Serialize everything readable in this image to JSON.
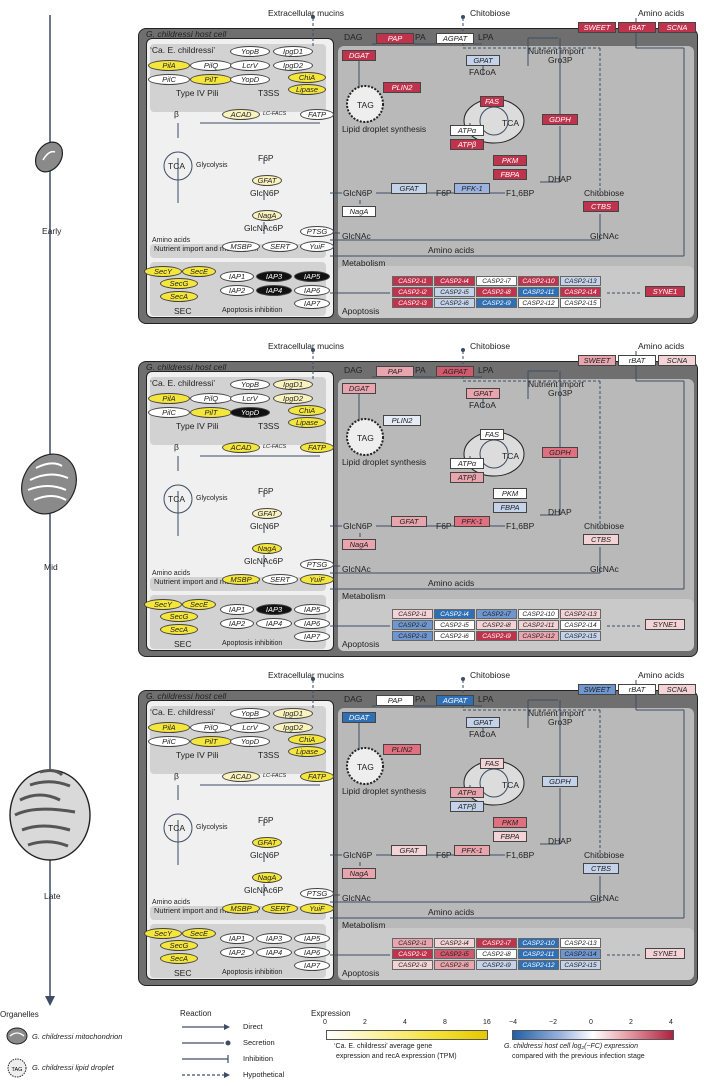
{
  "top_labels": {
    "mucins": "Extracellular mucins",
    "chitobiose": "Chitobiose",
    "amino_acids": "Amino acids"
  },
  "panel_texts": {
    "host_cell": "G. childressi host cell",
    "endo": "‘Ca. E. childressi’",
    "pili": "Type IV Pili",
    "t3ss": "T3SS",
    "nutrient": "Nutrient import and metabolism",
    "sec": "SEC",
    "apop_inh": "Apoptosis inhibition",
    "metabolism": "Metabolism",
    "apoptosis": "Apoptosis",
    "lipid": "Lipid droplet synthesis",
    "nutrient_import": "Nutrient import",
    "tca": "TCA",
    "tag": "TAG",
    "beta": "β",
    "glycolysis": "Glycolysis",
    "f6p": "F6P",
    "glcn6p": "GlcN6P",
    "glcnac6p": "GlcNAc6P",
    "amino_acids": "Amino acids",
    "dag": "DAG",
    "pa": "PA",
    "lpa": "LPA",
    "facoa": "FACoA",
    "gro3p": "Gro3P",
    "dhap": "DHAP",
    "f16bp": "F1,6BP",
    "chitobiose": "Chitobiose",
    "glcnac": "GlcNAc",
    "lcfacs": "LC-FACS"
  },
  "stages": [
    {
      "name": "Early",
      "endo": {
        "YopB": "w",
        "IpgD1": "w",
        "PilA": "y",
        "PilQ": "w",
        "LcrV": "w",
        "IpgD2": "w",
        "PilC": "w",
        "PilT": "y",
        "YopD": "w",
        "ChiA": "y",
        "Lipase": "y",
        "ACAD": "l",
        "FATP": "w",
        "GFAT": "l",
        "NagA": "l",
        "PTSG": "w",
        "MSBP": "w",
        "SERT": "w",
        "YuiF": "w",
        "SecY": "y",
        "SecE": "y",
        "SecG": "y",
        "SecA": "y",
        "IAP1": "w",
        "IAP3": "k",
        "IAP5": "k",
        "IAP2": "w",
        "IAP4": "k",
        "IAP6": "w",
        "IAP7": "w"
      },
      "host": {
        "SWEET": "#c0334d",
        "rBAT": "#c0334d",
        "SCNA": "#c0334d",
        "PAP": "#c0334d",
        "AGPAT": "#ffffff",
        "DGAT": "#c0334d",
        "GPAT": "#c5d3ea",
        "PLIN2": "#c0334d",
        "FAS": "#c0334d",
        "ATPa": "#ffffff",
        "ATPb": "#c0334d",
        "GDPH": "#c0334d",
        "PKM": "#c0334d",
        "FBPA": "#c0334d",
        "GFAT": "#c5d3ea",
        "PFK1": "#9cb3df",
        "NagA": "#ffffff",
        "CTBS": "#c0334d",
        "SYNE1": "#c0334d"
      },
      "casp": [
        [
          "#c0334d",
          "#c0334d",
          "#ffffff",
          "#c0334d",
          "#c5d3ea"
        ],
        [
          "#c0334d",
          "#c5d3ea",
          "#c0334d",
          "#2f6fb5",
          "#c0334d"
        ],
        [
          "#c0334d",
          "#c5d3ea",
          "#2f6fb5",
          "#ffffff",
          "#ffffff"
        ]
      ]
    },
    {
      "name": "Mid",
      "endo": {
        "YopB": "w",
        "IpgD1": "l",
        "PilA": "y",
        "PilQ": "w",
        "LcrV": "w",
        "IpgD2": "l",
        "PilC": "w",
        "PilT": "y",
        "YopD": "k",
        "ChiA": "y",
        "Lipase": "y",
        "ACAD": "y",
        "FATP": "y",
        "GFAT": "l",
        "NagA": "y",
        "PTSG": "w",
        "MSBP": "y",
        "SERT": "w",
        "YuiF": "y",
        "SecY": "y",
        "SecE": "y",
        "SecG": "y",
        "SecA": "y",
        "IAP1": "w",
        "IAP3": "k",
        "IAP5": "w",
        "IAP2": "w",
        "IAP4": "w",
        "IAP6": "w",
        "IAP7": "w"
      },
      "host": {
        "SWEET": "#e8a5ad",
        "rBAT": "#ffffff",
        "SCNA": "#f3d3d6",
        "PAP": "#e8a5ad",
        "AGPAT": "#d05a6e",
        "DGAT": "#e8a5ad",
        "GPAT": "#e8a5ad",
        "PLIN2": "#e6ecf6",
        "FAS": "#ffffff",
        "ATPa": "#ffffff",
        "ATPb": "#e8a5ad",
        "GDPH": "#e0707f",
        "PKM": "#ffffff",
        "FBPA": "#c5d3ea",
        "GFAT": "#e8a5ad",
        "PFK1": "#e0707f",
        "NagA": "#e8a5ad",
        "CTBS": "#f3d3d6",
        "SYNE1": "#f3d3d6"
      },
      "casp": [
        [
          "#f3d3d6",
          "#2f6fb5",
          "#6f96cf",
          "#ffffff",
          "#f3d3d6"
        ],
        [
          "#6f96cf",
          "#ffffff",
          "#f3d3d6",
          "#f3d3d6",
          "#ffffff"
        ],
        [
          "#6f96cf",
          "#ffffff",
          "#c0334d",
          "#e8a5ad",
          "#c5d3ea"
        ]
      ]
    },
    {
      "name": "Late",
      "endo": {
        "YopB": "w",
        "IpgD1": "l",
        "PilA": "y",
        "PilQ": "w",
        "LcrV": "w",
        "IpgD2": "l",
        "PilC": "w",
        "PilT": "y",
        "YopD": "w",
        "ChiA": "y",
        "Lipase": "y",
        "ACAD": "l",
        "FATP": "y",
        "GFAT": "y",
        "NagA": "y",
        "PTSG": "w",
        "MSBP": "y",
        "SERT": "y",
        "YuiF": "y",
        "SecY": "y",
        "SecE": "y",
        "SecG": "y",
        "SecA": "y",
        "IAP1": "w",
        "IAP3": "w",
        "IAP5": "w",
        "IAP2": "w",
        "IAP4": "w",
        "IAP6": "w",
        "IAP7": "w"
      },
      "host": {
        "SWEET": "#6f96cf",
        "rBAT": "#ffffff",
        "SCNA": "#f3d3d6",
        "PAP": "#ffffff",
        "AGPAT": "#2f6fb5",
        "DGAT": "#2f6fb5",
        "GPAT": "#c5d3ea",
        "PLIN2": "#e0707f",
        "FAS": "#f3d3d6",
        "ATPa": "#e8a5ad",
        "ATPb": "#c5d3ea",
        "GDPH": "#c5d3ea",
        "PKM": "#e0707f",
        "FBPA": "#f3d3d6",
        "GFAT": "#f3d3d6",
        "PFK1": "#e8a5ad",
        "NagA": "#e8a5ad",
        "CTBS": "#c5d3ea",
        "SYNE1": "#f3d3d6"
      },
      "casp": [
        [
          "#e8a5ad",
          "#f3d3d6",
          "#c0334d",
          "#2f6fb5",
          "#ffffff"
        ],
        [
          "#c0334d",
          "#d05a6e",
          "#ffffff",
          "#2f6fb5",
          "#6f96cf"
        ],
        [
          "#f3d3d6",
          "#e8a5ad",
          "#c5d3ea",
          "#2f6fb5",
          "#c5d3ea"
        ]
      ]
    }
  ],
  "casp_labels": [
    [
      "CASP2-i1",
      "CASP2-i4",
      "CASP2-i7",
      "CASP2-i10",
      "CASP2-i13"
    ],
    [
      "CASP2-i2",
      "CASP2-i5",
      "CASP2-i8",
      "CASP2-i11",
      "CASP2-i14"
    ],
    [
      "CASP2-i3",
      "CASP2-i6",
      "CASP2-i9",
      "CASP2-i12",
      "CASP2-i15"
    ]
  ],
  "legend": {
    "organelles_title": "Organelles",
    "mito": "G. childressi mitochondrion",
    "lipid": "G. childressi lipid droplet",
    "reaction_title": "Reaction",
    "direct": "Direct",
    "secretion": "Secretion",
    "inhibition": "Inhibition",
    "hypothetical": "Hypothetical",
    "expression_title": "Expression",
    "tpm_ticks": [
      "0",
      "2",
      "4",
      "8",
      "16"
    ],
    "tpm_label1": "‘Ca. E. childressi’ average gene",
    "tpm_label2": "expression and recA expression (TPM)",
    "fc_ticks": [
      "−4",
      "−2",
      "0",
      "2",
      "4"
    ],
    "fc_label1": "G. childressi host cell log₂(−FC) expression",
    "fc_label2": "compared with the previous infection stage"
  },
  "colors": {
    "yellow": "#f5e63c",
    "light_yellow": "#faf3bd",
    "black": "#111111",
    "red_strong": "#c0334d",
    "blue_strong": "#2f6fb5"
  }
}
